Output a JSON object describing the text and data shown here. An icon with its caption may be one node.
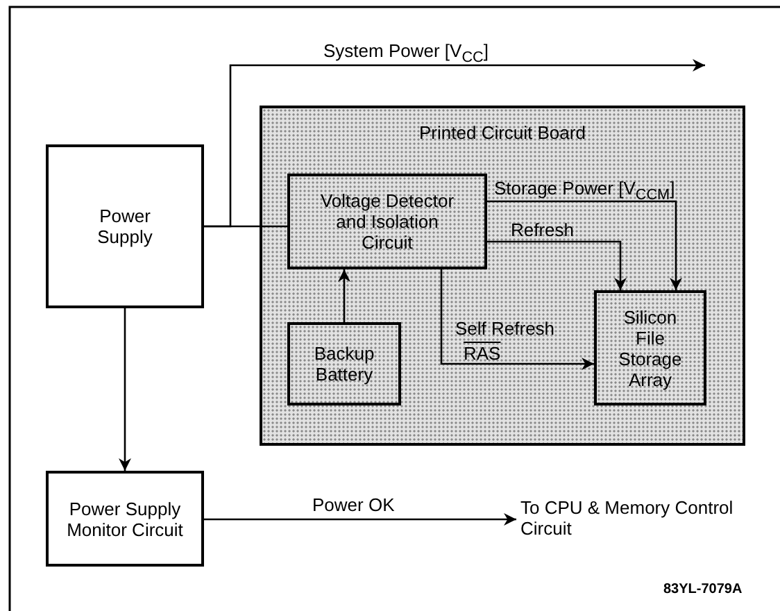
{
  "diagram": {
    "nodes": [
      {
        "text": [
          "Power Supply"
        ]
      },
      {
        "text": [
          "Printed Circuit Board"
        ]
      },
      {
        "text": [
          "Voltage Detector and Isolation Circuit"
        ],
        "in": 1
      },
      {
        "text": [
          "Backup Battery"
        ],
        "in": 1
      },
      {
        "text": [
          "Silicon File Storage Array"
        ],
        "in": 1
      },
      {
        "text": [
          "Power Supply Monitor Circuit"
        ]
      },
      {
        "text": [
          "To CPU & Memory Control Circuit"
        ]
      }
    ],
    "edges": [
      {
        "from": 0,
        "to": 2,
        "arrow": "none"
      },
      {
        "from": 0,
        "to": null,
        "arrow": "to",
        "label": "System Power [V$_{CC}$]"
      },
      {
        "from": 2,
        "to": 4,
        "arrow": "to",
        "label": "Storage Power [V$_{CCM}$]"
      },
      {
        "from": 2,
        "to": 4,
        "arrow": "to",
        "label": "Refresh"
      },
      {
        "from": 2,
        "to": 4,
        "arrow": "to",
        "label": "Self Refresh"
      },
      {
        "from": 3,
        "to": 2,
        "arrow": "to"
      },
      {
        "from": 0,
        "to": 5,
        "arrow": "to"
      },
      {
        "from": 5,
        "to": 6,
        "arrow": "to",
        "label": "Power OK"
      }
    ],
    "labels": [
      "RAS",
      "83YL-7079A"
    ]
  }
}
